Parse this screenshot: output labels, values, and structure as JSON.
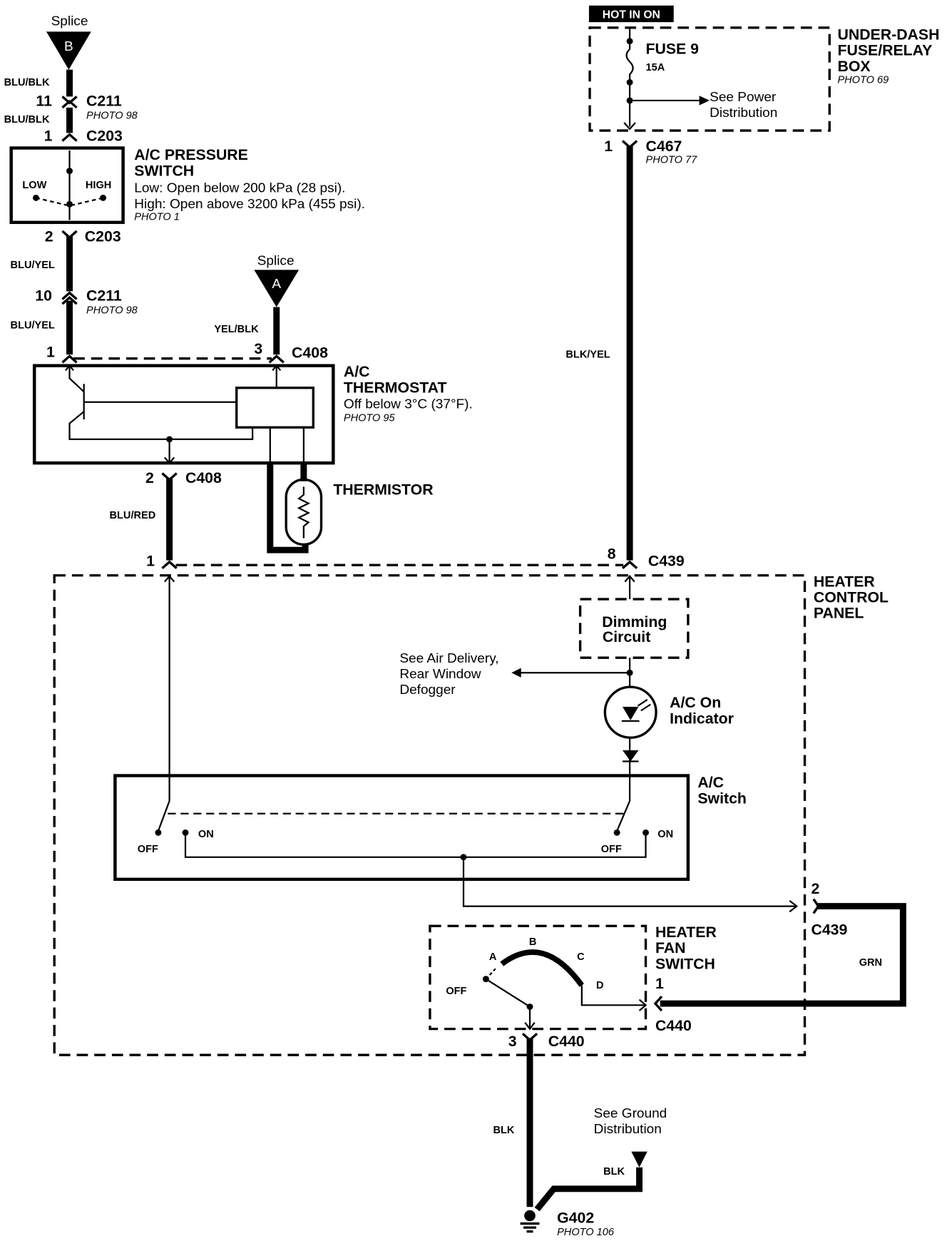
{
  "splice_b": {
    "label": "Splice",
    "letter": "B"
  },
  "splice_a": {
    "label": "Splice",
    "letter": "A"
  },
  "wires": {
    "blu_blk_1": "BLU/BLK",
    "blu_blk_2": "BLU/BLK",
    "blu_yel_1": "BLU/YEL",
    "blu_yel_2": "BLU/YEL",
    "yel_blk": "YEL/BLK",
    "blu_red": "BLU/RED",
    "blk_yel": "BLK/YEL",
    "grn": "GRN",
    "blk_1": "BLK",
    "blk_2": "BLK"
  },
  "connectors": {
    "c211_top": {
      "pin": "11",
      "name": "C211",
      "photo": "PHOTO 98"
    },
    "c203_top": {
      "pin": "1",
      "name": "C203"
    },
    "c203_bottom": {
      "pin": "2",
      "name": "C203"
    },
    "c211_bottom": {
      "pin": "10",
      "name": "C211",
      "photo": "PHOTO 98"
    },
    "c408_pin1": {
      "pin": "1"
    },
    "c408_pin3": {
      "pin": "3",
      "name": "C408"
    },
    "c408_pin2": {
      "pin": "2",
      "name": "C408"
    },
    "c439_pin1": {
      "pin": "1"
    },
    "c439_pin8": {
      "pin": "8",
      "name": "C439"
    },
    "c467": {
      "pin": "1",
      "name": "C467",
      "photo": "PHOTO 77"
    },
    "c439_pin2": {
      "pin": "2",
      "name": "C439"
    },
    "c440_pin1": {
      "pin": "1",
      "name": "C440"
    },
    "c440_pin3": {
      "pin": "3",
      "name": "C440"
    }
  },
  "pressure_switch": {
    "title1": "A/C PRESSURE",
    "title2": "SWITCH",
    "low_spec": "Low: Open below 200 kPa (28 psi).",
    "high_spec": "High: Open above 3200 kPa (455 psi).",
    "photo": "PHOTO 1",
    "low": "LOW",
    "high": "HIGH"
  },
  "thermostat": {
    "title1": "A/C",
    "title2": "THERMOSTAT",
    "spec": "Off below 3°C (37°F).",
    "photo": "PHOTO 95"
  },
  "thermistor": {
    "label": "THERMISTOR"
  },
  "fuse_box": {
    "hot_in_on": "HOT IN ON",
    "fuse": "FUSE 9",
    "rating": "15A",
    "see1": "See Power",
    "see2": "Distribution",
    "title1": "UNDER-DASH",
    "title2": "FUSE/RELAY",
    "title3": "BOX",
    "photo": "PHOTO 69"
  },
  "heater_panel": {
    "title1": "HEATER",
    "title2": "CONTROL",
    "title3": "PANEL"
  },
  "dimming": {
    "line1": "Dimming",
    "line2": "Circuit"
  },
  "air_delivery": {
    "line1": "See Air Delivery,",
    "line2": "Rear Window",
    "line3": "Defogger"
  },
  "indicator": {
    "line1": "A/C On",
    "line2": "Indicator"
  },
  "ac_switch": {
    "title1": "A/C",
    "title2": "Switch",
    "off_left": "OFF",
    "on_left": "ON",
    "off_right": "OFF",
    "on_right": "ON"
  },
  "fan_switch": {
    "title1": "HEATER",
    "title2": "FAN",
    "title3": "SWITCH",
    "pos_a": "A",
    "pos_b": "B",
    "pos_c": "C",
    "pos_d": "D",
    "pos_off": "OFF"
  },
  "ground": {
    "see1": "See Ground",
    "see2": "Distribution",
    "name": "G402",
    "photo": "PHOTO 106"
  }
}
